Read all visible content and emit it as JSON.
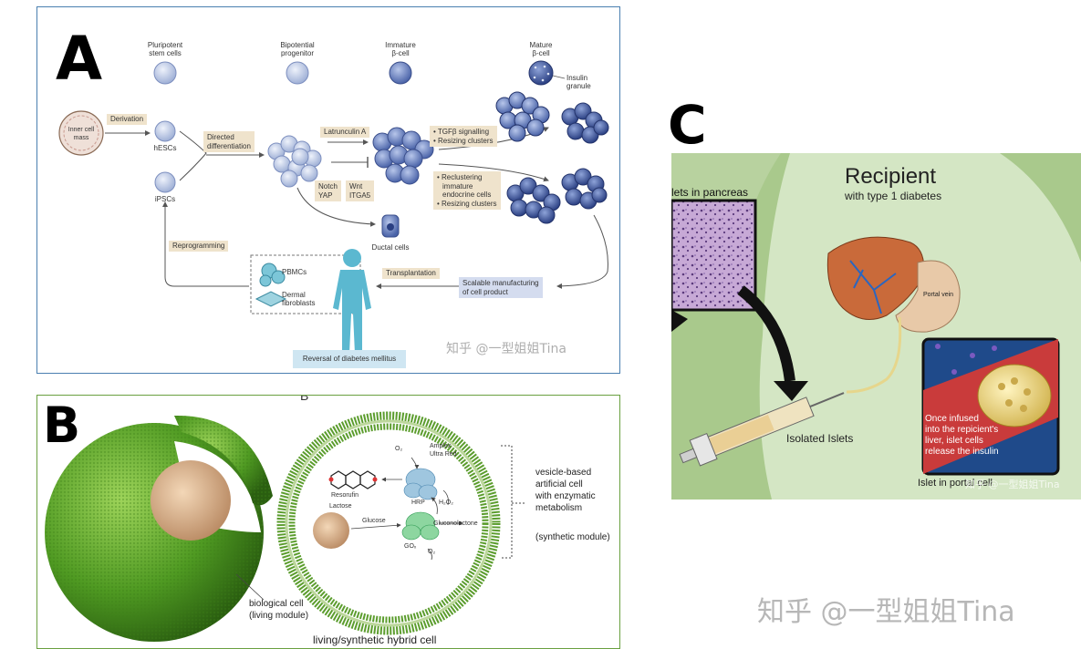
{
  "panel_a": {
    "letter": "A",
    "stage_pluripotent": [
      "Pluripotent",
      "stem cells"
    ],
    "stage_bipotential": [
      "Bipotential",
      "progenitor"
    ],
    "stage_immature": [
      "Immature",
      "β-cell"
    ],
    "stage_mature": [
      "Mature",
      "β-cell"
    ],
    "insulin_granule": [
      "Insulin",
      "granule"
    ],
    "inner_cell_mass": [
      "Inner cell",
      "mass"
    ],
    "derivation": "Derivation",
    "hescs": "hESCs",
    "ipscs": "iPSCs",
    "directed_differentiation": [
      "Directed",
      "differentiation"
    ],
    "latrunculin": "Latrunculin A",
    "notch_yap": [
      "Notch",
      "YAP"
    ],
    "wnt_itga5": [
      "Wnt",
      "ITGA5"
    ],
    "tgfb_items": [
      "• TGFβ signalling",
      "• Resizing clusters"
    ],
    "recluster_items": [
      "• Reclustering",
      "immature",
      "endocrine cells",
      "• Resizing clusters"
    ],
    "ductal_cells": "Ductal cells",
    "reprogramming": "Reprogramming",
    "pbmcs": "PBMCs",
    "dermal_fibroblasts": [
      "Dermal",
      "fibroblasts"
    ],
    "transplantation": "Transplantation",
    "scalable_manufacturing": [
      "Scalable manufacturing",
      "of cell product"
    ],
    "reversal": "Reversal of diabetes mellitus",
    "watermark": "知乎 @一型姐姐Tina"
  },
  "panel_b": {
    "letter": "B",
    "corner_letter": "B",
    "o2_top": "O₂",
    "amplex": [
      "Amplex",
      "Ultra Red"
    ],
    "resorufin": "Resorufin",
    "hrp": "HRP",
    "h2o2": "H₂O₂",
    "lactose": "Lactose",
    "glucose": "Glucose",
    "gluconolactone": "Gluconolactone",
    "gox": "GOₓ",
    "o2_bottom": "O₂",
    "vesicle_label": [
      "vesicle-based",
      "artificial cell",
      "with enzymatic",
      "metabolism"
    ],
    "synthetic_module": "(synthetic module)",
    "biological_cell": [
      "biological cell",
      "(living module)"
    ],
    "hybrid_title": "living/synthetic hybrid cell"
  },
  "panel_c": {
    "letter": "C",
    "islets_in_pancreas": "lets in pancreas",
    "recipient": "Recipient",
    "recipient_sub": "with type 1 diabetes",
    "portal_vein": "Portal vein",
    "isolated_islets": "Isolated Islets",
    "infused_text": [
      "Once infused",
      "into the repicient's",
      "liver, islet cells",
      "release the insulin"
    ],
    "islet_in_portal": "Islet in portal cell",
    "watermark": "知乎 @一型姐姐Tina"
  },
  "page_watermark": "知乎 @一型姐姐Tina"
}
